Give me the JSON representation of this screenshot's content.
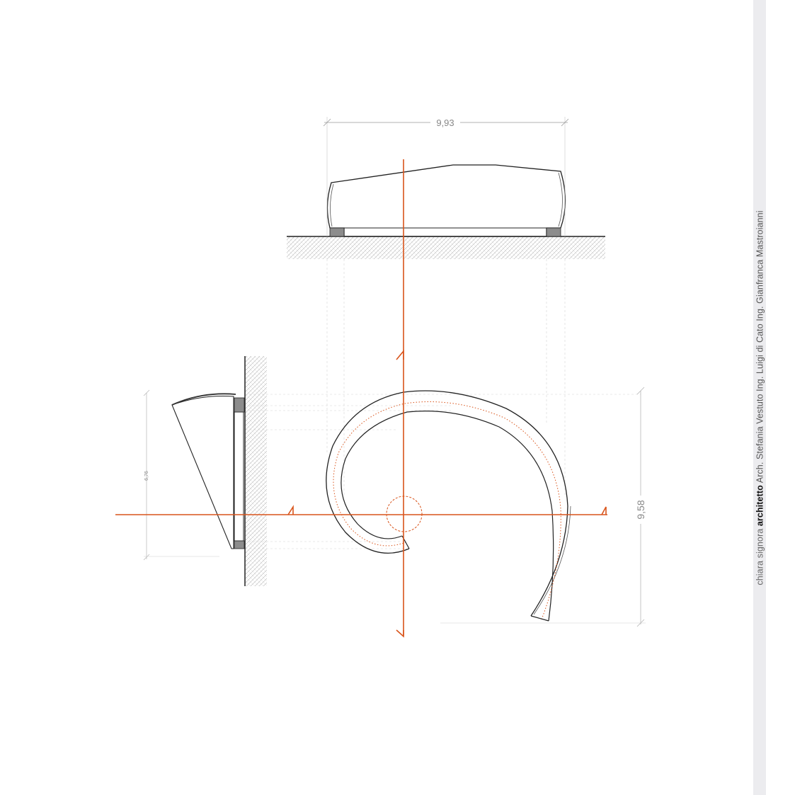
{
  "dimensions": {
    "elevation_width": "9,93",
    "plan_height": "9,58",
    "section_height": "6,76"
  },
  "credits": {
    "firm_prefix": "chiara signora",
    "firm_role": "architetto",
    "collaborators": "Arch. Stefania Vestuto Ing. Luigi di Cato Ing. Gianfranca Mastroianni"
  },
  "colors": {
    "axis": "#d9541b",
    "line": "#222222",
    "dim": "#9a9a9a",
    "hatch": "#b5b5b5",
    "fill_gray": "#8c8c8c",
    "strip": "#ececef"
  }
}
